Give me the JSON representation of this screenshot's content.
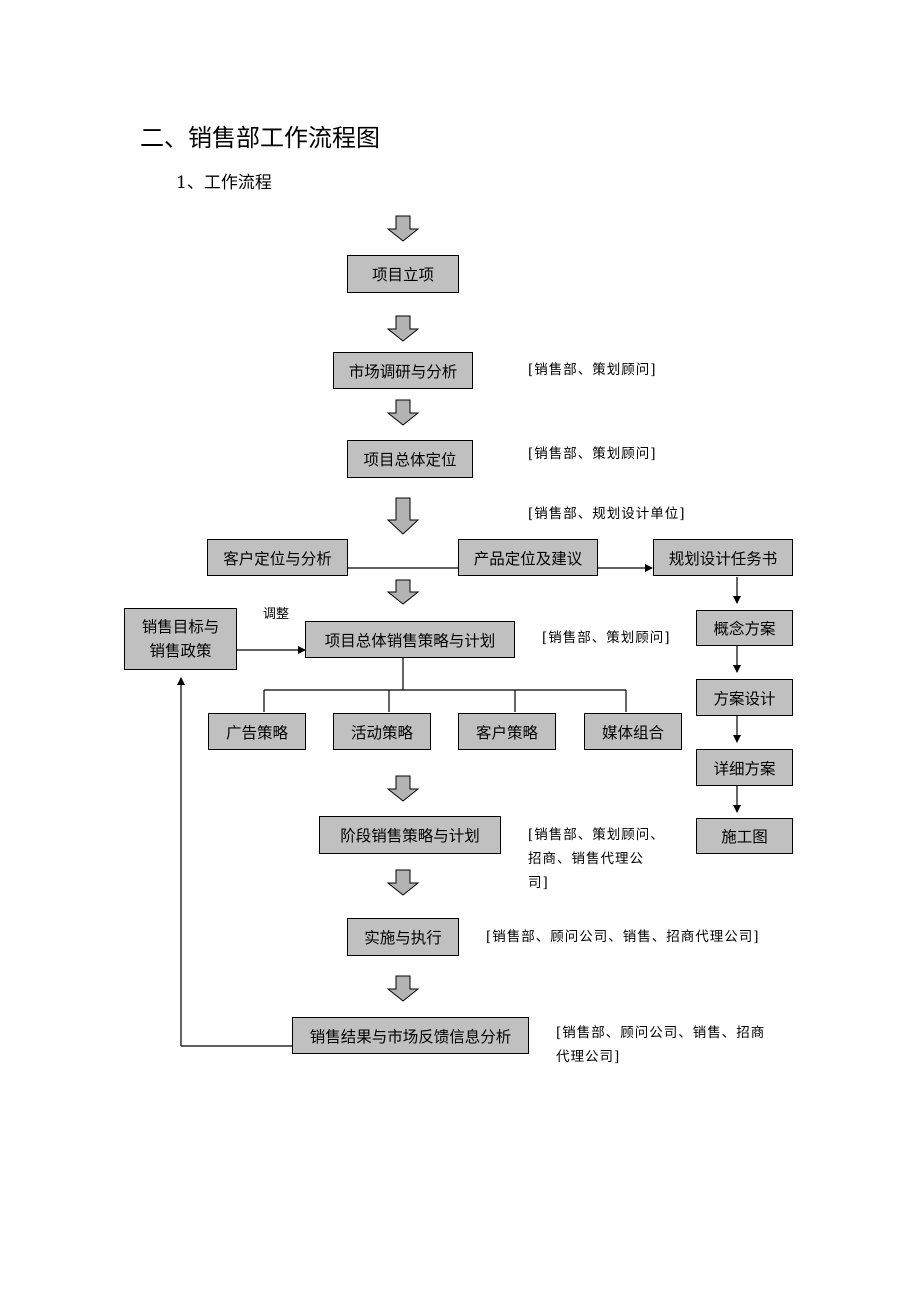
{
  "heading": {
    "title": "二、销售部工作流程图",
    "subtitle": "1、工作流程"
  },
  "nodes": {
    "xiangmu_lixiang": "项目立项",
    "shichang_diaoyan": "市场调研与分析",
    "xiangmu_dingwei": "项目总体定位",
    "kehu_dingwei": "客户定位与分析",
    "chanpin_dingwei": "产品定位及建议",
    "guihua_renwu": "规划设计任务书",
    "xiaoshou_mubiao_line1": "销售目标与",
    "xiaoshou_mubiao_line2": "销售政策",
    "zongti_celve": "项目总体销售策略与计划",
    "gainian_fangan": "概念方案",
    "fangan_sheji": "方案设计",
    "guanggao": "广告策略",
    "huodong": "活动策略",
    "kehu_celve": "客户策略",
    "meiti": "媒体组合",
    "xiangxi_fangan": "详细方案",
    "jieduan_celve": "阶段销售策略与计划",
    "shigongtu": "施工图",
    "shishi": "实施与执行",
    "jieguo_fankui": "销售结果与市场反馈信息分析"
  },
  "labels": {
    "adjust": "调整"
  },
  "notes": {
    "n1": "[销售部、策划顾问]",
    "n2": "[销售部、策划顾问]",
    "n3": "[销售部、规划设计单位]",
    "n4": "[销售部、策划顾问]",
    "n5_line1": "[销售部、策划顾问、",
    "n5_line2": "招商、销售代理公",
    "n5_line3": "司]",
    "n6": "[销售部、顾问公司、销售、招商代理公司]",
    "n7_line1": "[销售部、顾问公司、销售、招商",
    "n7_line2": "代理公司]"
  },
  "colors": {
    "box_fill": "#c0c0c0",
    "line": "#000000",
    "block_arrow_fill": "#b3b3b3"
  }
}
